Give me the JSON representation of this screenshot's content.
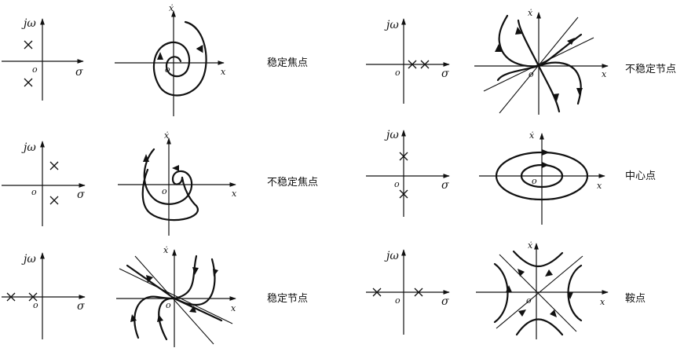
{
  "labels": {
    "jw": "jω",
    "sigma": "σ",
    "origin": "o",
    "x": "x",
    "xdot": "ẋ"
  },
  "captions": {
    "stable_focus": "稳定焦点",
    "unstable_focus": "不稳定焦点",
    "stable_node": "稳定节点",
    "unstable_node": "不稳定节点",
    "center": "中心点",
    "saddle": "鞍点"
  }
}
